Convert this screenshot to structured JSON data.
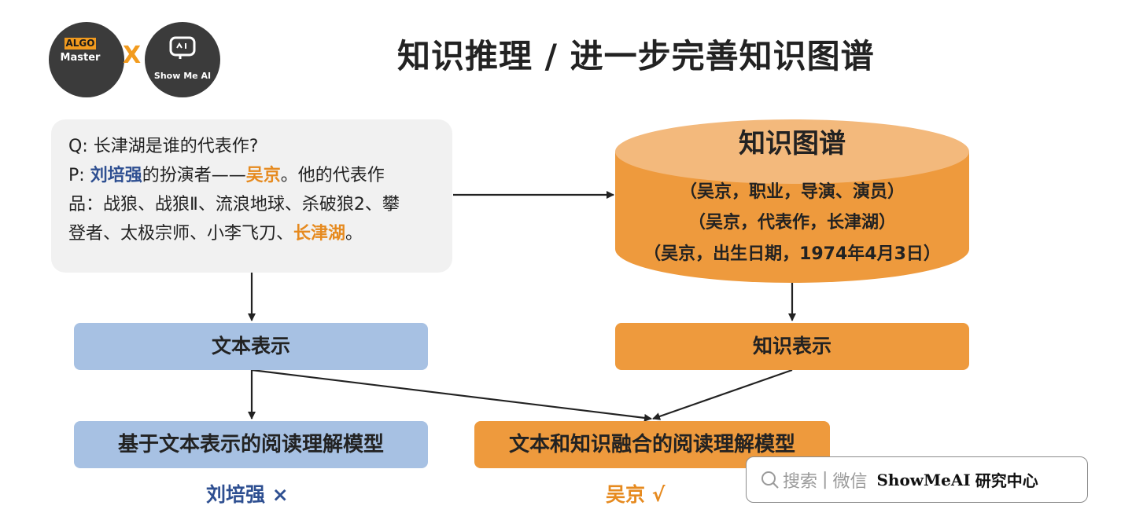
{
  "logos": {
    "algo_badge": "ALGO",
    "algo_master": "Master",
    "separator": "X",
    "show_me_ai": "Show Me AI"
  },
  "title": "知识推理 / 进一步完善知识图谱",
  "passage": {
    "q_label": "Q:",
    "q_text": "长津湖是谁的代表作?",
    "p_label": "P:",
    "p_entity1": "刘培强",
    "p_mid1": "的扮演者——",
    "p_entity2": "吴京",
    "p_mid2": "。他的代表作",
    "p_line3": "品：战狼、战狼Ⅱ、流浪地球、杀破狼2、攀",
    "p_line4_a": "登者、太极宗师、小李飞刀、",
    "p_line4_b": "长津湖",
    "p_line4_c": "。"
  },
  "knowledge_graph": {
    "title": "知识图谱",
    "triples": [
      "（吴京，职业，导演、演员）",
      "（吴京，代表作，长津湖）",
      "（吴京，出生日期，1974年4月3日）"
    ]
  },
  "boxes": {
    "text_repr": "文本表示",
    "knowledge_repr": "知识表示",
    "text_model": "基于文本表示的阅读理解模型",
    "fusion_model": "文本和知识融合的阅读理解模型"
  },
  "results": {
    "left": "刘培强 ×",
    "right": "吴京 √"
  },
  "watermark": {
    "search": "搜索",
    "divider": "|",
    "wechat": "微信",
    "brand": "ShowMeAI",
    "center": "研究中心"
  },
  "colors": {
    "orange": "#ee9a3d",
    "blue_box": "#a7c1e3",
    "entity_blue": "#2e4f91",
    "entity_orange": "#e68a1f"
  }
}
